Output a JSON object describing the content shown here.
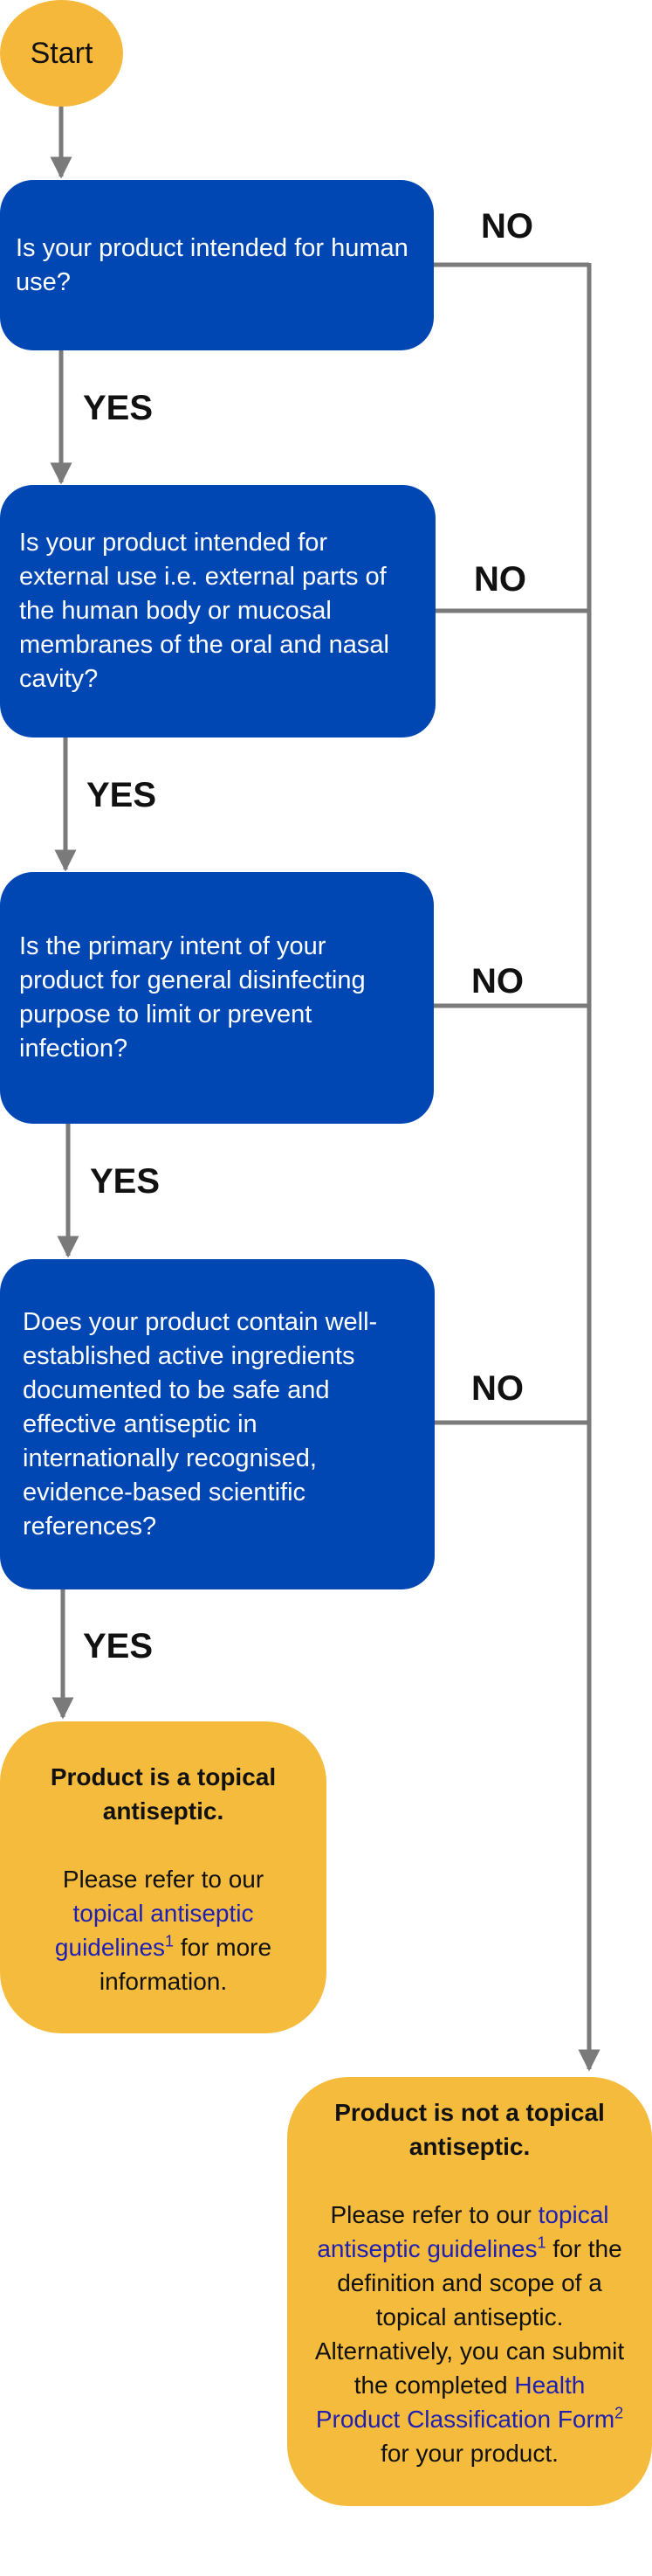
{
  "start": {
    "label": "Start"
  },
  "questions": [
    {
      "text": "Is your product intended for human use?",
      "no": "NO",
      "yes": "YES"
    },
    {
      "text": "Is your product intended for external use i.e. external parts of the human body or mucosal membranes of the oral and nasal cavity?",
      "no": "NO",
      "yes": "YES"
    },
    {
      "text": "Is the primary intent of your product for general disinfecting purpose to limit or prevent infection?",
      "no": "NO",
      "yes": "YES"
    },
    {
      "text": "Does your product contain well-established active ingredients documented to be safe and effective antiseptic in internationally recognised, evidence-based scientific references?",
      "no": "NO",
      "yes": "YES"
    }
  ],
  "result_yes": {
    "title": "Product is a topical antiseptic.",
    "text_before": "Please refer to our ",
    "link": "topical antiseptic guidelines",
    "sup": "1",
    "text_after": " for more information."
  },
  "result_no": {
    "title": "Product is not a topical antiseptic.",
    "text_1": "Please refer to our ",
    "link_1": "topical antiseptic guidelines",
    "sup_1": "1",
    "text_2": " for the definition and scope of a topical antiseptic. Alternatively, you can submit the completed ",
    "link_2": "Health Product Classification Form",
    "sup_2": "2",
    "text_3": " for your product."
  },
  "colors": {
    "question_fill": "#0047b3",
    "result_fill": "#f5bb3c",
    "connector": "#7a7a7a",
    "link": "#1f1fb4"
  }
}
